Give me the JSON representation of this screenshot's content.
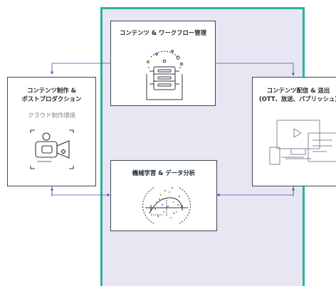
{
  "boxes": {
    "content_production": {
      "title_line1": "コンテンツ制作 &",
      "title_line2": "ポストプロダクション",
      "subtitle": "クラウド制作環境",
      "icon": "video-camera-icon"
    },
    "content_management": {
      "title": "コンテンツ & ワークフロー管理",
      "icon": "storage-workflow-icon"
    },
    "content_distribution": {
      "title_line1": "コンテンツ配信 & 送出",
      "title_line2": "(OTT、放送、パブリッシュ)",
      "icon": "devices-icon"
    },
    "ml_analytics": {
      "title": "機械学習 & データ分析",
      "icon": "data-scatter-analysis-icon"
    }
  },
  "colors": {
    "frame_border": "#2bb39e",
    "frame_fill": "#e7e6f2",
    "box_border": "#3c4754",
    "arrow": "#3f51b5",
    "dot_accent": "#e9b44c"
  }
}
